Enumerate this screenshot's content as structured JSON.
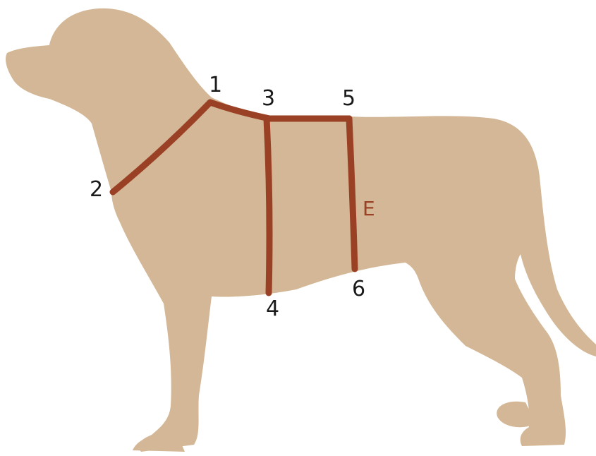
{
  "colors": {
    "silhouette": "#D3B796",
    "measure_line": "#9A4125",
    "label_text": "#1A1A1A",
    "accent_label": "#9A4125",
    "background": "#FFFFFF"
  },
  "points": {
    "p1": "1",
    "p2": "2",
    "p3": "3",
    "p4": "4",
    "p5": "5",
    "p6": "6"
  },
  "segment_label": "E"
}
